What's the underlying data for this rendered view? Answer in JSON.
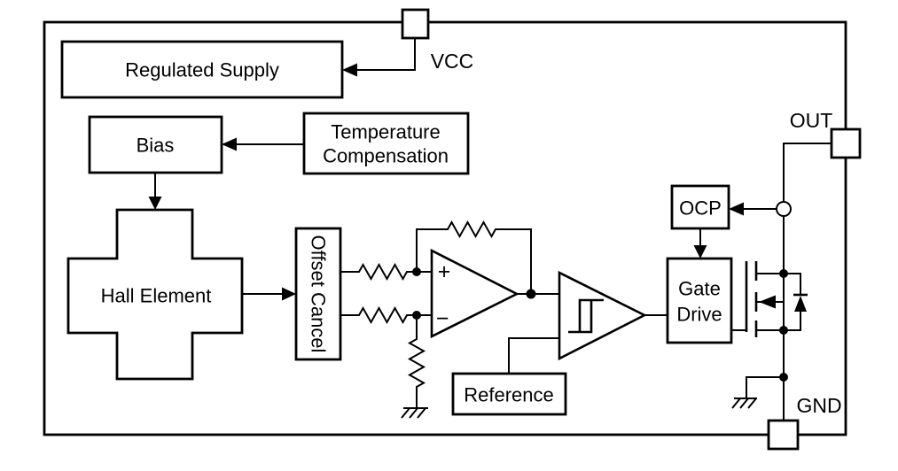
{
  "diagram": {
    "background_color": "#ffffff",
    "line_color": "#000000",
    "pins": {
      "vcc": {
        "label": "VCC"
      },
      "out": {
        "label": "OUT"
      },
      "gnd": {
        "label": "GND"
      }
    },
    "blocks": {
      "regulated_supply": {
        "label": "Regulated Supply"
      },
      "bias": {
        "label": "Bias"
      },
      "temperature_compensation": {
        "line1": "Temperature",
        "line2": "Compensation"
      },
      "hall_element": {
        "label": "Hall Element"
      },
      "offset_cancel": {
        "label": "Offset Cancel"
      },
      "reference": {
        "label": "Reference"
      },
      "gate_drive": {
        "line1": "Gate",
        "line2": "Drive"
      },
      "ocp": {
        "label": "OCP"
      }
    },
    "opamp": {
      "noninverting_label": "+",
      "inverting_label": "−"
    }
  }
}
